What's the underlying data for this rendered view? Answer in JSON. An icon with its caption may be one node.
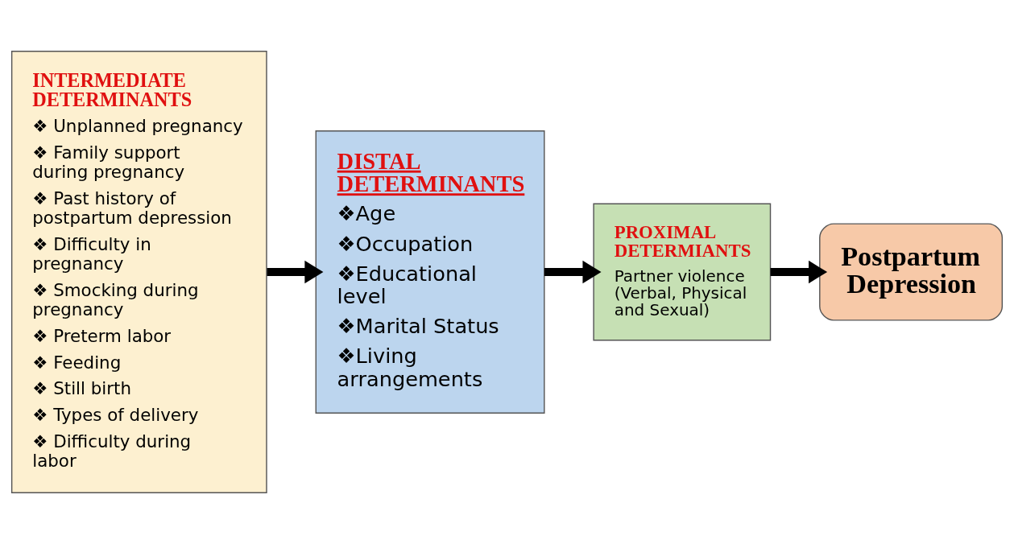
{
  "diagram": {
    "nodes": [
      {
        "text": [
          "INTERMEDIATE DETERMINANTS",
          "❖ Unplanned pregnancy",
          "❖ Family support during pregnancy",
          "❖ Past history of postpartum depression",
          "❖ Difficulty in pregnancy",
          "❖ Smocking during pregnancy",
          "❖ Preterm labor",
          "❖ Feeding",
          "❖ Still birth",
          "❖ Types of delivery",
          "❖ Difficulty during labor"
        ]
      },
      {
        "text": [
          "DISTAL DETERMINANTS",
          "❖Age",
          "❖Occupation",
          "❖Educational level",
          "❖Marital Status",
          "❖Living arrangements"
        ]
      },
      {
        "text": [
          "PROXIMAL DETERMIANTS",
          "Partner violence (Verbal, Physical and Sexual)"
        ]
      },
      {
        "text": [
          "Postpartum Depression"
        ]
      }
    ],
    "edges": [
      {
        "from": 0,
        "to": 1,
        "arrow": "to"
      },
      {
        "from": 1,
        "to": 2,
        "arrow": "to"
      },
      {
        "from": 2,
        "to": 3,
        "arrow": "to"
      }
    ]
  }
}
